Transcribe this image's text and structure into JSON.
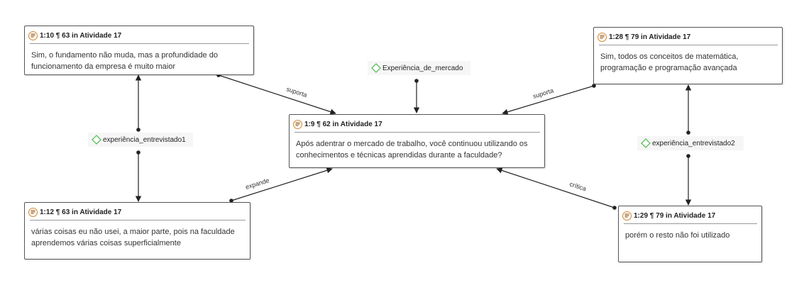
{
  "quotes": {
    "q1": {
      "title": "1:10 ¶ 63 in Atividade 17",
      "text": "Sim, o fundamento não muda, mas a profundidade do funcionamento da empresa é muito maior"
    },
    "q2": {
      "title": "1:28 ¶ 79 in Atividade 17",
      "text": "Sim, todos os conceitos de matemática, programação e programação avançada"
    },
    "q3": {
      "title": "1:9 ¶ 62 in Atividade 17",
      "text": "Após adentrar o mercado de trabalho, você continuou utilizando os conhecimentos e técnicas aprendidas durante a faculdade?"
    },
    "q4": {
      "title": "1:12 ¶ 63 in Atividade 17",
      "text": "várias coisas eu não usei, a maior parte, pois na faculdade aprendemos várias coisas superficialmente"
    },
    "q5": {
      "title": "1:29 ¶ 79 in Atividade 17",
      "text": "porém o resto não foi utilizado"
    }
  },
  "codes": {
    "c1": {
      "label": "Experiência_de_mercado",
      "icon": "code-diamond-icon",
      "color": "#5cbf5c"
    },
    "c2": {
      "label": "experiência_entrevistado1",
      "icon": "code-diamond-icon",
      "color": "#5cbf5c"
    },
    "c3": {
      "label": "experiência_entrevistado2",
      "icon": "code-diamond-icon",
      "color": "#5cbf5c"
    }
  },
  "relations": {
    "r1": "suporta",
    "r2": "suporta",
    "r3": "expande",
    "r4": "crítica"
  }
}
